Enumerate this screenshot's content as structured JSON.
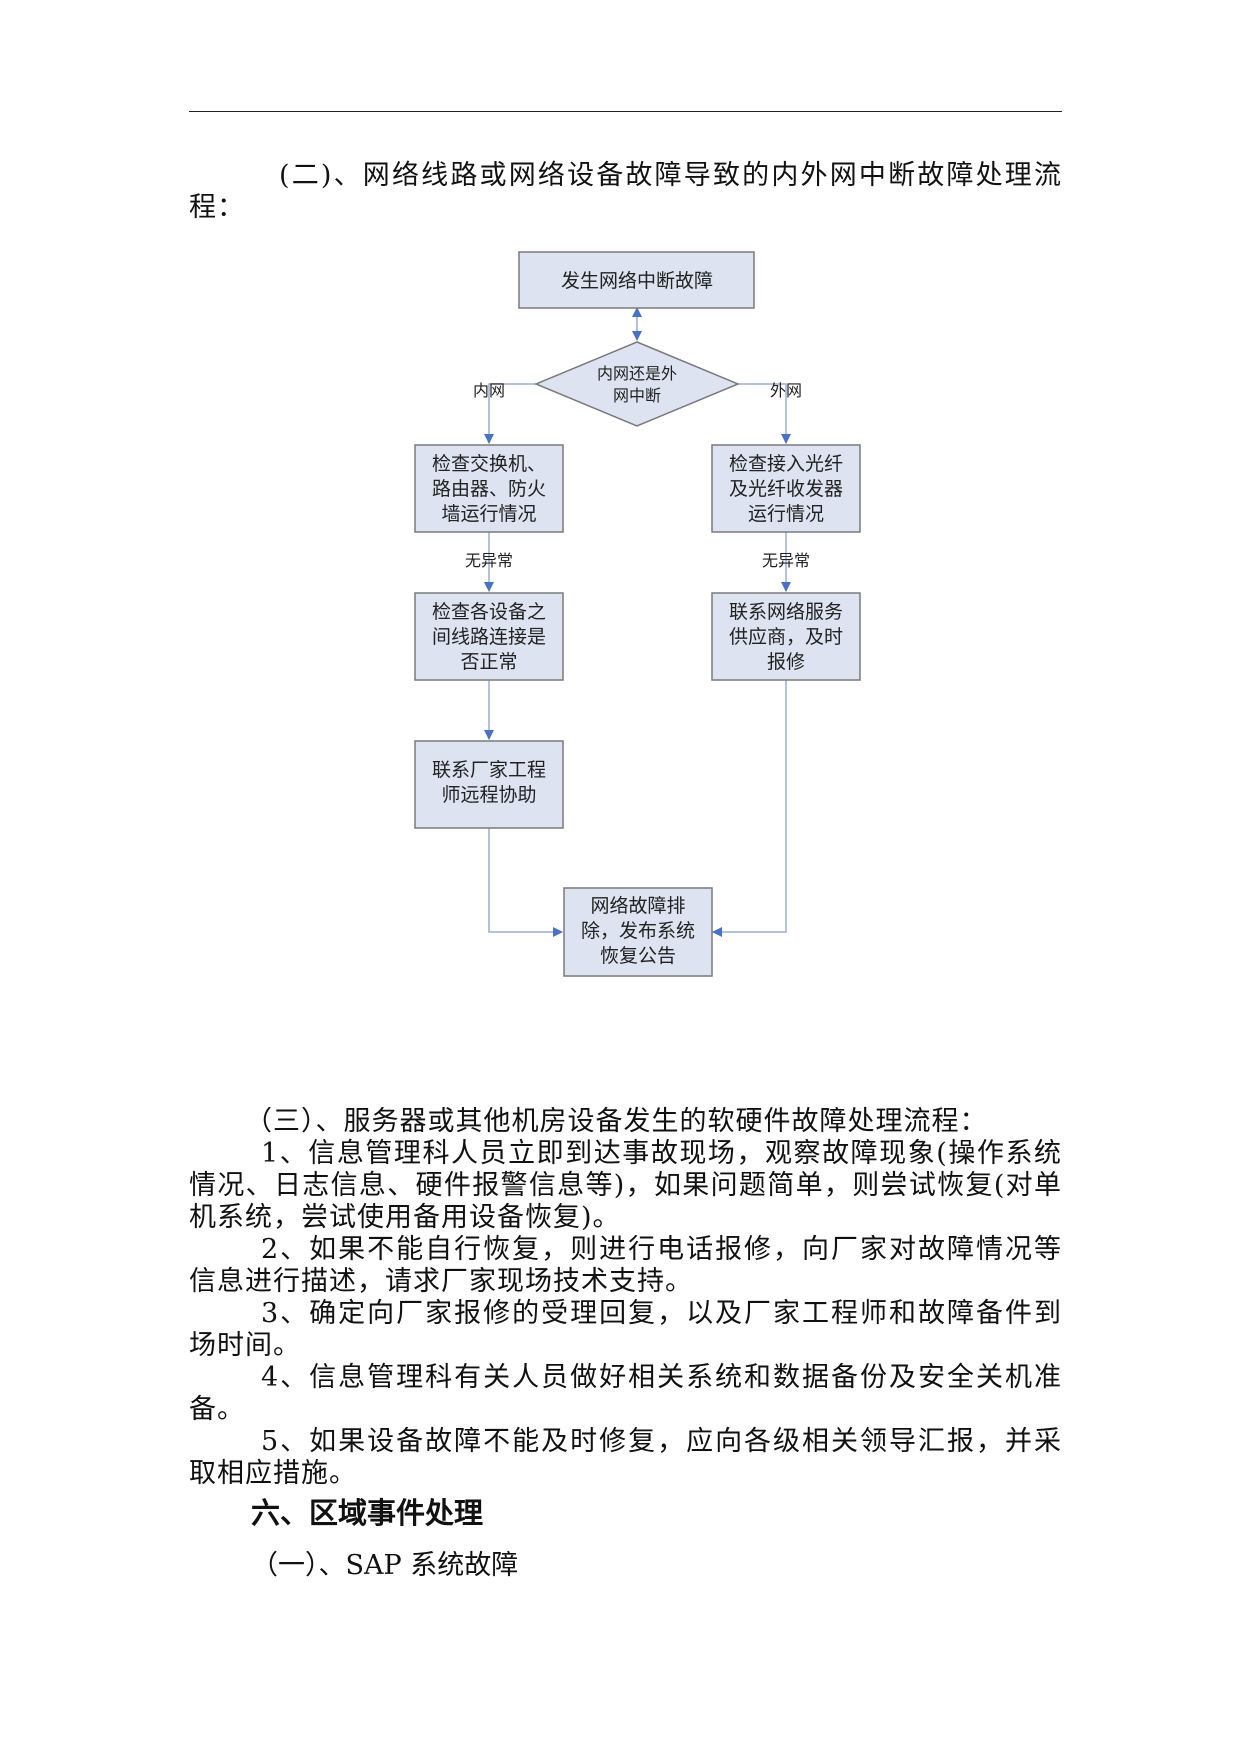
{
  "section2": {
    "title": "(二)、网络线路或网络设备故障导致的内外网中断故障处理流程："
  },
  "flowchart": {
    "start": "发生网络中断故障",
    "decision_line1": "内网还是外",
    "decision_line2": "网中断",
    "label_left": "内网",
    "label_right": "外网",
    "left_box1": [
      "检查交换机、",
      "路由器、防火",
      "墙运行情况"
    ],
    "right_box1": [
      "检查接入光纤",
      "及光纤收发器",
      "运行情况"
    ],
    "no_abnormal_left": "无异常",
    "no_abnormal_right": "无异常",
    "left_box2": [
      "检查各设备之",
      "间线路连接是",
      "否正常"
    ],
    "right_box2": [
      "联系网络服务",
      "供应商，及时",
      "报修"
    ],
    "left_box3": [
      "联系厂家工程",
      "师远程协助"
    ],
    "final_box": [
      "网络故障排",
      "除，发布系统",
      "恢复公告"
    ]
  },
  "section3": {
    "title": "（三）、服务器或其他机房设备发生的软硬件故障处理流程：",
    "items": [
      "1、信息管理科人员立即到达事故现场，观察故障现象(操作系统情况、日志信息、硬件报警信息等)，如果问题简单，则尝试恢复(对单机系统，尝试使用备用设备恢复)。",
      "2、如果不能自行恢复，则进行电话报修，向厂家对故障情况等信息进行描述，请求厂家现场技术支持。",
      "3、确定向厂家报修的受理回复，以及厂家工程师和故障备件到场时间。",
      "4、信息管理科有关人员做好相关系统和数据备份及安全关机准备。",
      "5、如果设备故障不能及时修复，应向各级相关领导汇报，并采取相应措施。"
    ]
  },
  "section6": {
    "heading": "六、区域事件处理",
    "sub1": "（一）、SAP 系统故障"
  },
  "colors": {
    "box_fill": "#dde3f0",
    "box_stroke": "#7a7a7a",
    "arrow": "#4a72c4",
    "line": "#9aaed6"
  }
}
